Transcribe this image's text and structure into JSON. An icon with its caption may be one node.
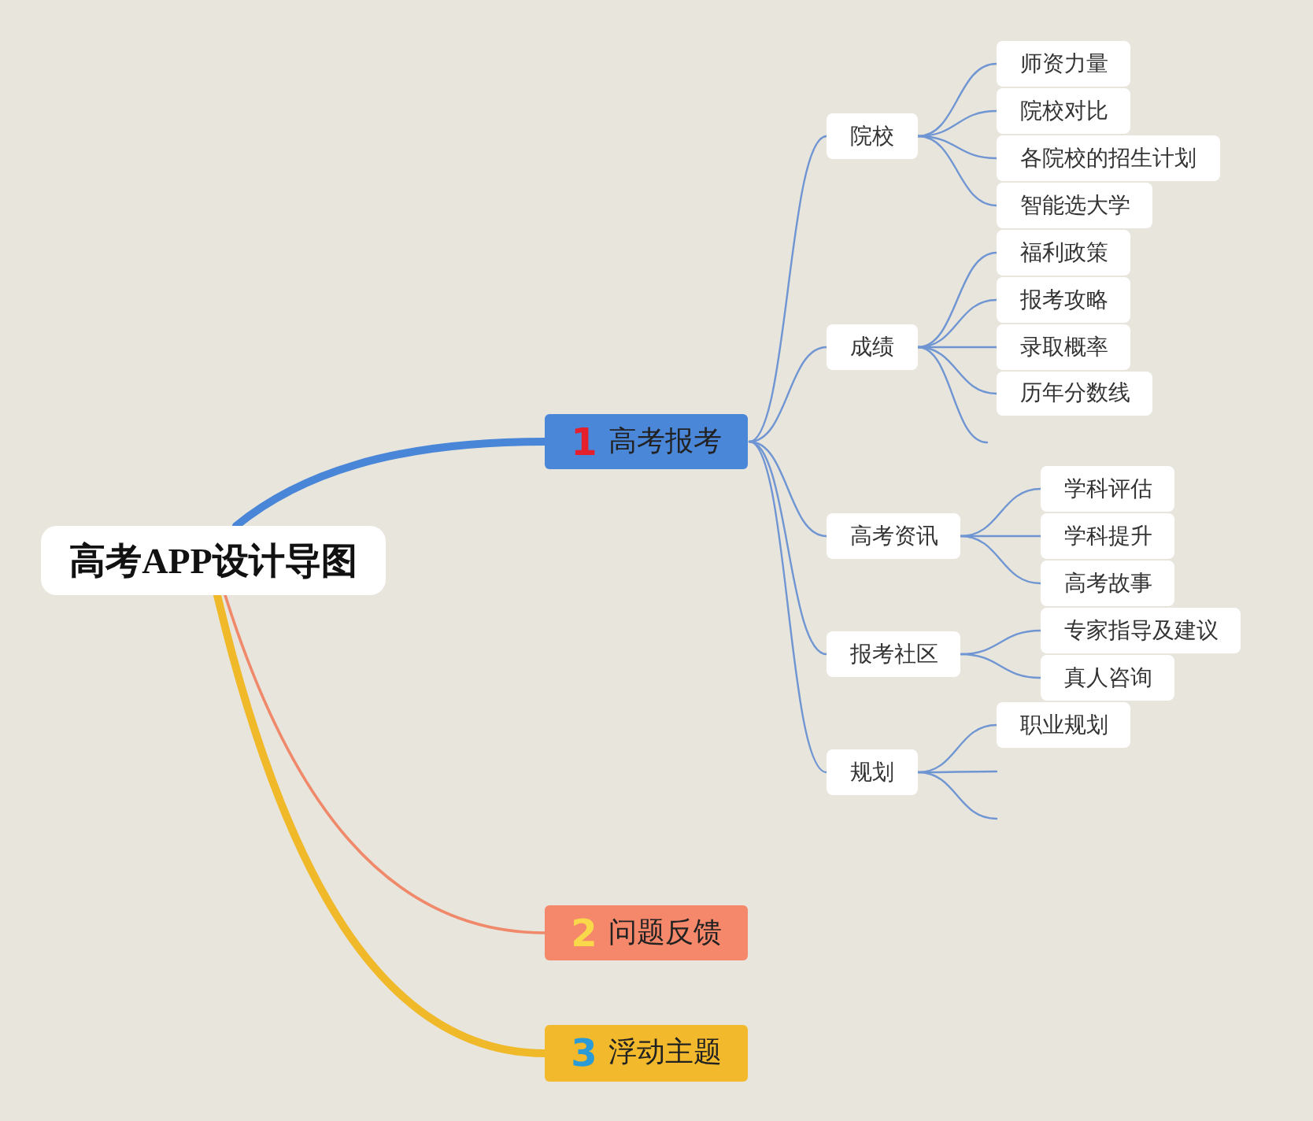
{
  "diagram": {
    "nodes": [
      {
        "text": [
          "高考APP设计导图"
        ]
      },
      {
        "text": [
          "1",
          "高考报考"
        ]
      },
      {
        "text": [
          "院校"
        ]
      },
      {
        "text": [
          "师资力量"
        ]
      },
      {
        "text": [
          "院校对比"
        ]
      },
      {
        "text": [
          "各院校的招生计划"
        ]
      },
      {
        "text": [
          "智能选大学"
        ]
      },
      {
        "text": [
          "成绩"
        ]
      },
      {
        "text": [
          "福利政策"
        ]
      },
      {
        "text": [
          "报考攻略"
        ]
      },
      {
        "text": [
          "录取概率"
        ]
      },
      {
        "text": [
          "历年分数线"
        ]
      },
      {
        "text": [
          "高考资讯"
        ]
      },
      {
        "text": [
          "学科评估"
        ]
      },
      {
        "text": [
          "学科提升"
        ]
      },
      {
        "text": [
          "高考故事"
        ]
      },
      {
        "text": [
          "报考社区"
        ]
      },
      {
        "text": [
          "专家指导及建议"
        ]
      },
      {
        "text": [
          "真人咨询"
        ]
      },
      {
        "text": [
          "规划"
        ]
      },
      {
        "text": [
          "职业规划"
        ]
      },
      {
        "text": [
          "2",
          "问题反馈"
        ]
      },
      {
        "text": [
          "3",
          "浮动主题"
        ]
      }
    ],
    "edges": [
      {
        "from": 0,
        "to": 1,
        "arrow": "none",
        "style": "thick",
        "color": "#4a86d8"
      },
      {
        "from": 0,
        "to": 21,
        "arrow": "none",
        "color": "#f0886a"
      },
      {
        "from": 0,
        "to": 22,
        "arrow": "none",
        "style": "thick",
        "color": "#f0b92a"
      },
      {
        "from": 1,
        "to": 2,
        "arrow": "none"
      },
      {
        "from": 1,
        "to": 7,
        "arrow": "none"
      },
      {
        "from": 1,
        "to": 12,
        "arrow": "none"
      },
      {
        "from": 1,
        "to": 16,
        "arrow": "none"
      },
      {
        "from": 1,
        "to": 19,
        "arrow": "none"
      },
      {
        "from": 2,
        "to": 3,
        "arrow": "none"
      },
      {
        "from": 2,
        "to": 4,
        "arrow": "none"
      },
      {
        "from": 2,
        "to": 5,
        "arrow": "none"
      },
      {
        "from": 2,
        "to": 6,
        "arrow": "none"
      },
      {
        "from": 7,
        "to": 8,
        "arrow": "none"
      },
      {
        "from": 7,
        "to": 9,
        "arrow": "none"
      },
      {
        "from": 7,
        "to": 10,
        "arrow": "none"
      },
      {
        "from": 7,
        "to": 11,
        "arrow": "none"
      },
      {
        "from": 7,
        "to": null,
        "arrow": "none"
      },
      {
        "from": 12,
        "to": 13,
        "arrow": "none"
      },
      {
        "from": 12,
        "to": 14,
        "arrow": "none"
      },
      {
        "from": 12,
        "to": 15,
        "arrow": "none"
      },
      {
        "from": 16,
        "to": 17,
        "arrow": "none"
      },
      {
        "from": 16,
        "to": 18,
        "arrow": "none"
      },
      {
        "from": 19,
        "to": 20,
        "arrow": "none"
      },
      {
        "from": 19,
        "to": null,
        "arrow": "none"
      },
      {
        "from": 19,
        "to": null,
        "arrow": "none"
      }
    ]
  }
}
